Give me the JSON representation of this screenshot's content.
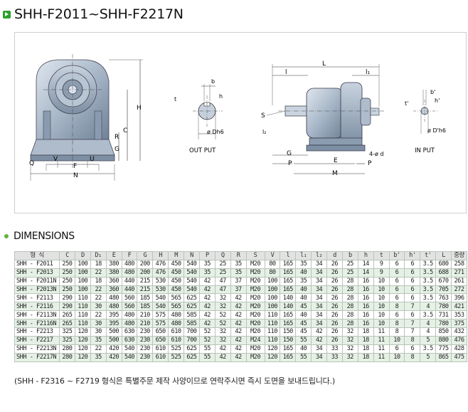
{
  "title": "SHH-F2011~SHH-F2217N",
  "section_title": "DIMENSIONS",
  "drawing": {
    "front_labels": {
      "H": "H",
      "G": "G",
      "C": "C",
      "R": "R",
      "Q": "Q",
      "V": "V",
      "F": "F",
      "U": "U",
      "N": "N"
    },
    "output_labels": {
      "b": "b",
      "t": "t",
      "h": "h",
      "dia": "ø Dh6",
      "caption": "OUT PUT"
    },
    "side_labels": {
      "L": "L",
      "l": "l",
      "l1": "l₁",
      "S": "S",
      "l2": "l₂",
      "G": "G",
      "P": "P",
      "E": "E",
      "M": "M",
      "P2": "P",
      "bolt": "4-ø d"
    },
    "input_labels": {
      "b": "b'",
      "t": "t'",
      "h": "h'",
      "dia": "ø D'h6",
      "caption": "IN PUT"
    }
  },
  "table": {
    "headers": [
      "형 식",
      "C",
      "D",
      "D₁",
      "E",
      "F",
      "G",
      "H",
      "M",
      "N",
      "P",
      "Q",
      "R",
      "S",
      "V",
      "l",
      "l₁",
      "l₂",
      "d",
      "b",
      "h",
      "t",
      "b'",
      "h'",
      "t'",
      "L",
      "중량"
    ],
    "rows": [
      [
        "SHH - F2011",
        "250",
        "100",
        "18",
        "380",
        "480",
        "200",
        "476",
        "450",
        "540",
        "35",
        "25",
        "35",
        "M20",
        "80",
        "165",
        "35",
        "34",
        "26",
        "25",
        "14",
        "9",
        "6",
        "6",
        "3.5",
        "680",
        "258"
      ],
      [
        "SHH - F2013",
        "250",
        "100",
        "22",
        "380",
        "480",
        "200",
        "476",
        "450",
        "540",
        "35",
        "25",
        "35",
        "M20",
        "80",
        "165",
        "40",
        "34",
        "26",
        "25",
        "14",
        "9",
        "6",
        "6",
        "3.5",
        "688",
        "271"
      ],
      [
        "SHH - F2011N",
        "250",
        "100",
        "18",
        "360",
        "440",
        "215",
        "530",
        "450",
        "540",
        "42",
        "47",
        "37",
        "M20",
        "100",
        "165",
        "35",
        "34",
        "26",
        "28",
        "16",
        "10",
        "6",
        "6",
        "3.5",
        "670",
        "261"
      ],
      [
        "SHH - F2013N",
        "250",
        "100",
        "22",
        "360",
        "440",
        "215",
        "530",
        "450",
        "540",
        "42",
        "47",
        "37",
        "M20",
        "100",
        "165",
        "40",
        "34",
        "26",
        "28",
        "16",
        "10",
        "6",
        "6",
        "3.5",
        "705",
        "272"
      ],
      [
        "SHH - F2113",
        "290",
        "110",
        "22",
        "480",
        "560",
        "185",
        "540",
        "565",
        "625",
        "42",
        "32",
        "42",
        "M20",
        "100",
        "140",
        "40",
        "34",
        "26",
        "28",
        "16",
        "10",
        "6",
        "6",
        "3.5",
        "763",
        "396"
      ],
      [
        "SHH - F2116",
        "290",
        "110",
        "30",
        "480",
        "560",
        "185",
        "540",
        "565",
        "625",
        "42",
        "32",
        "42",
        "M20",
        "100",
        "140",
        "45",
        "34",
        "26",
        "28",
        "16",
        "10",
        "8",
        "7",
        "4",
        "780",
        "421"
      ],
      [
        "SHH - F2113N",
        "265",
        "110",
        "22",
        "395",
        "480",
        "210",
        "575",
        "480",
        "585",
        "42",
        "52",
        "42",
        "M20",
        "110",
        "165",
        "40",
        "34",
        "26",
        "28",
        "16",
        "10",
        "6",
        "6",
        "3.5",
        "731",
        "353"
      ],
      [
        "SHH - F2116N",
        "265",
        "110",
        "30",
        "395",
        "480",
        "210",
        "575",
        "480",
        "585",
        "42",
        "52",
        "42",
        "M20",
        "110",
        "165",
        "45",
        "34",
        "26",
        "28",
        "16",
        "10",
        "8",
        "7",
        "4",
        "780",
        "375"
      ],
      [
        "SHH - F2213",
        "325",
        "120",
        "30",
        "500",
        "630",
        "230",
        "650",
        "610",
        "700",
        "52",
        "32",
        "42",
        "M20",
        "110",
        "150",
        "45",
        "42",
        "26",
        "32",
        "18",
        "11",
        "8",
        "7",
        "4",
        "850",
        "432"
      ],
      [
        "SHH - F2217",
        "325",
        "120",
        "35",
        "500",
        "630",
        "230",
        "650",
        "610",
        "700",
        "52",
        "32",
        "42",
        "M24",
        "110",
        "150",
        "55",
        "42",
        "26",
        "32",
        "18",
        "11",
        "10",
        "8",
        "5",
        "880",
        "476"
      ],
      [
        "SHH - F2213N",
        "280",
        "120",
        "22",
        "420",
        "540",
        "230",
        "610",
        "525",
        "625",
        "55",
        "42",
        "42",
        "M20",
        "120",
        "165",
        "40",
        "34",
        "33",
        "32",
        "18",
        "11",
        "6",
        "6",
        "3.5",
        "775",
        "428"
      ],
      [
        "SHH - F2217N",
        "280",
        "120",
        "35",
        "420",
        "540",
        "230",
        "610",
        "525",
        "625",
        "55",
        "42",
        "42",
        "M20",
        "120",
        "165",
        "55",
        "34",
        "33",
        "32",
        "18",
        "11",
        "10",
        "8",
        "5",
        "865",
        "475"
      ]
    ]
  },
  "note": "(SHH - F2316 ~ F2719 형식은 특별주문 제작 사양이므로 연락주시면 즉시 도면을 보내드립니다.)",
  "colors": {
    "accent_green": "#2ca02c",
    "row_alt": "#e6f1e6",
    "header_bg": "#e2e2e2",
    "housing": "#9fb0c4"
  }
}
